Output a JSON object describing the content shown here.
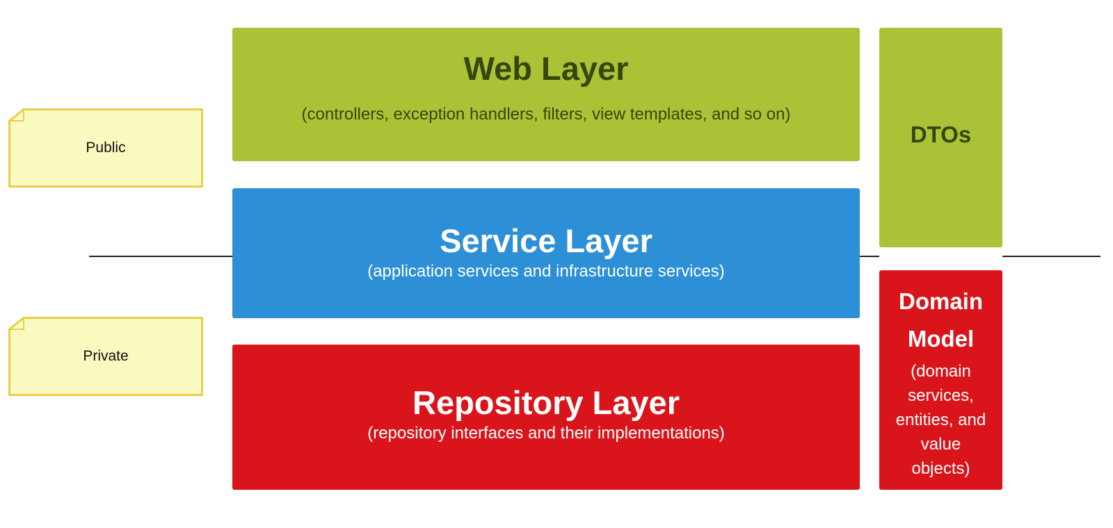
{
  "notes": {
    "public_label": "Public",
    "private_label": "Private"
  },
  "layers": {
    "web": {
      "title": "Web Layer",
      "description": "(controllers, exception handlers, filters, view templates, and so on)"
    },
    "service": {
      "title": "Service Layer",
      "description": "(application services and infrastructure services)"
    },
    "repository": {
      "title": "Repository Layer",
      "description": "(repository interfaces and their implementations)"
    }
  },
  "side_boxes": {
    "dtos": {
      "title": "DTOs"
    },
    "domain_model": {
      "title_line1": "Domain",
      "title_line2": "Model",
      "description_lines": [
        "(domain",
        "services,",
        "entities, and",
        "value",
        "objects)"
      ]
    }
  },
  "colors": {
    "web_green": "#abc236",
    "web_text_dark_green": "#34470e",
    "service_blue": "#2d8fd5",
    "repository_red": "#d9151b",
    "note_fill": "#fafac0",
    "note_border": "#e6cf4a",
    "divider": "#1e1e1e"
  }
}
